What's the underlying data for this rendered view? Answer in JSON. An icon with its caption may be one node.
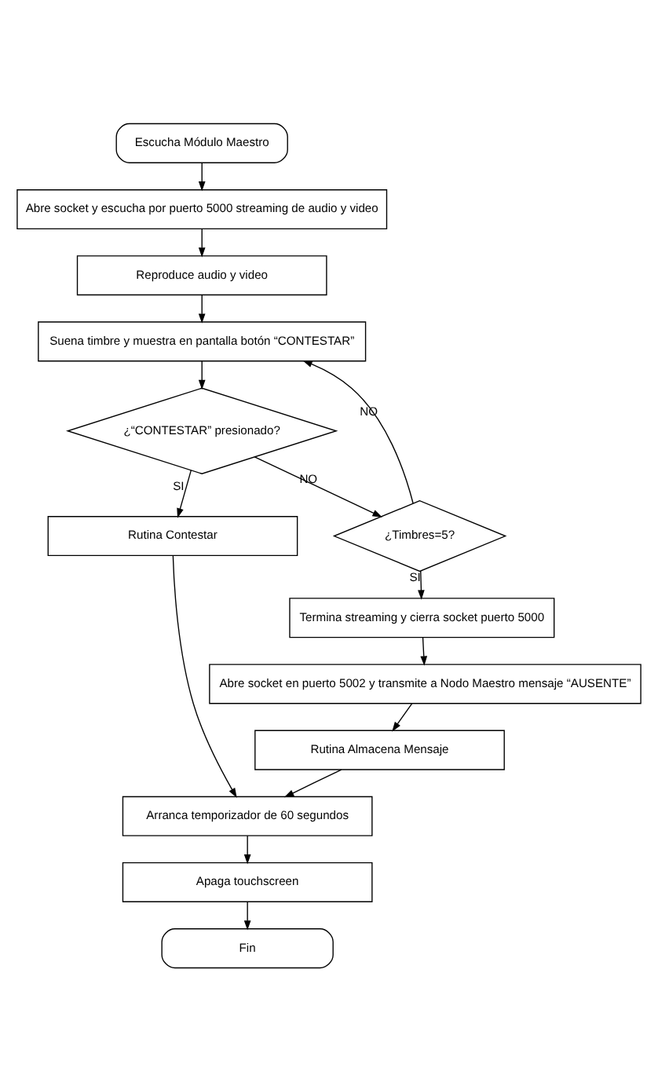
{
  "diagram": {
    "nodes": [
      {
        "text": [
          "Escucha Módulo Maestro"
        ]
      },
      {
        "text": [
          "Abre socket y escucha por puerto 5000 streaming de audio y video"
        ]
      },
      {
        "text": [
          "Reproduce audio y video"
        ]
      },
      {
        "text": [
          "Suena timbre y muestra en pantalla botón “CONTESTAR”"
        ]
      },
      {
        "text": [
          "¿“CONTESTAR” presionado?"
        ]
      },
      {
        "text": [
          "Rutina Contestar"
        ]
      },
      {
        "text": [
          "¿Timbres=5?"
        ]
      },
      {
        "text": [
          "Termina streaming y cierra socket puerto 5000"
        ]
      },
      {
        "text": [
          "Abre socket en puerto 5002 y transmite a Nodo Maestro mensaje “AUSENTE”"
        ]
      },
      {
        "text": [
          "Rutina Almacena Mensaje"
        ]
      },
      {
        "text": [
          "Arranca temporizador de 60 segundos"
        ]
      },
      {
        "text": [
          "Apaga touchscreen"
        ]
      },
      {
        "text": [
          "Fin"
        ]
      }
    ],
    "edges": [
      {
        "from": 0,
        "to": 1,
        "arrow": "to"
      },
      {
        "from": 1,
        "to": 2,
        "arrow": "to"
      },
      {
        "from": 2,
        "to": 3,
        "arrow": "to"
      },
      {
        "from": 3,
        "to": 4,
        "arrow": "to"
      },
      {
        "from": 4,
        "to": 6,
        "arrow": "to",
        "label": "NO"
      },
      {
        "from": 4,
        "to": 5,
        "arrow": "to",
        "label": "SI"
      },
      {
        "from": 6,
        "to": 3,
        "arrow": "to",
        "label": "NO"
      },
      {
        "from": 6,
        "to": 7,
        "arrow": "to",
        "label": "SI"
      },
      {
        "from": 7,
        "to": 8,
        "arrow": "to"
      },
      {
        "from": 8,
        "to": 9,
        "arrow": "to"
      },
      {
        "from": 5,
        "to": 10,
        "arrow": "to"
      },
      {
        "from": 9,
        "to": 10,
        "arrow": "to"
      },
      {
        "from": 10,
        "to": 11,
        "arrow": "to"
      },
      {
        "from": 11,
        "to": 12,
        "arrow": "to"
      }
    ]
  }
}
